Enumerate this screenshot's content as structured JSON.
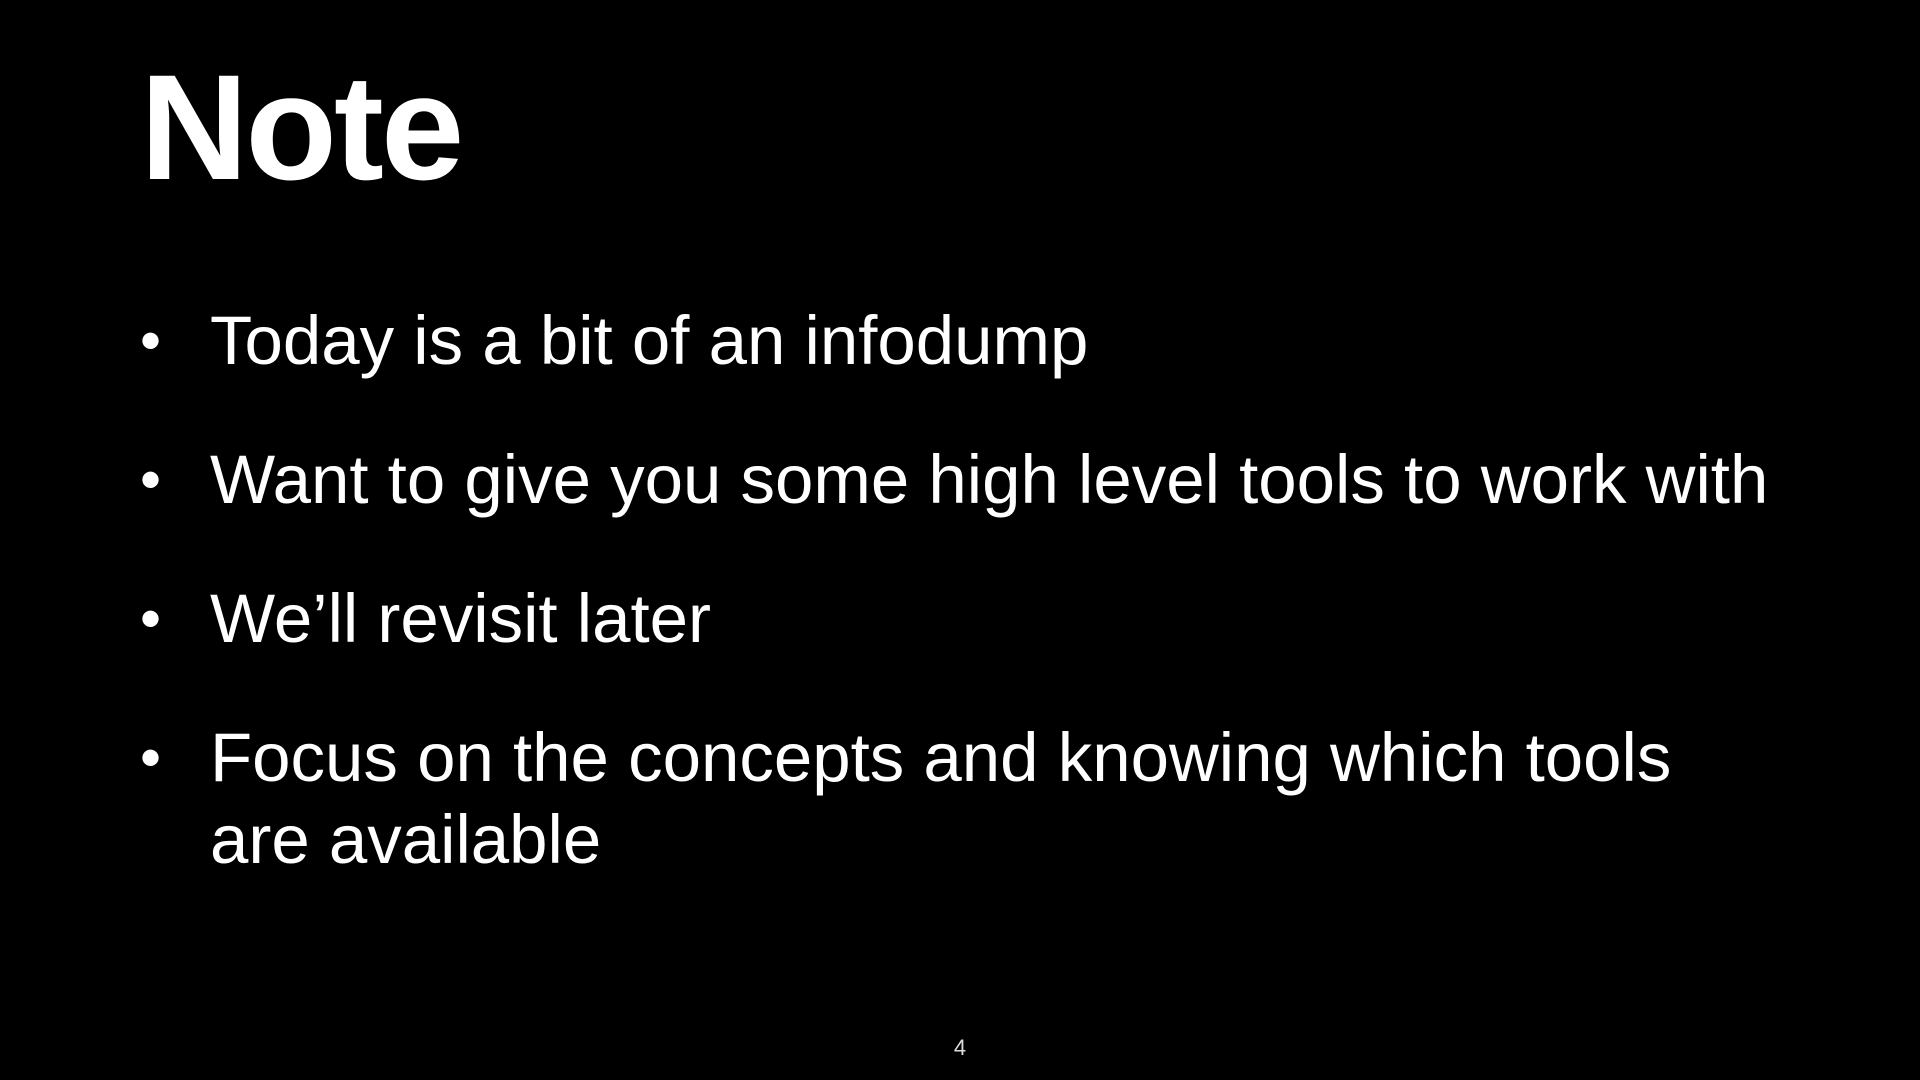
{
  "slide": {
    "title": "Note",
    "bullets": [
      {
        "marker": "•",
        "text": "Today is a bit of an infodump"
      },
      {
        "marker": "•",
        "text": "Want to give you some high level tools to work with"
      },
      {
        "marker": "•",
        "text": "We’ll revisit later"
      },
      {
        "marker": "•",
        "text": "Focus on the concepts and knowing which tools are available"
      }
    ],
    "page_number": "4"
  },
  "colors": {
    "background": "#000000",
    "text": "#ffffff"
  }
}
